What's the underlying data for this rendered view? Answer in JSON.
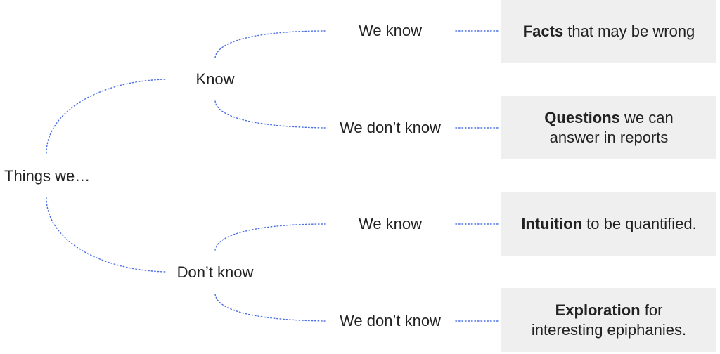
{
  "root": {
    "label": "Things we…"
  },
  "level1": [
    {
      "label": "Know"
    },
    {
      "label": "Don’t know"
    }
  ],
  "level2": [
    {
      "label": "We know"
    },
    {
      "label": "We don’t know"
    },
    {
      "label": "We know"
    },
    {
      "label": "We don’t know"
    }
  ],
  "outcomes": [
    {
      "bold": "Facts",
      "rest": " that may be wrong"
    },
    {
      "bold": "Questions",
      "rest": " we can answer in reports"
    },
    {
      "bold": "Intuition",
      "rest": " to be quantified."
    },
    {
      "bold": "Exploration",
      "rest": " for interesting epiphanies."
    }
  ],
  "colors": {
    "connector": "#4a6fe3",
    "box": "#efefef",
    "text": "#222222"
  }
}
